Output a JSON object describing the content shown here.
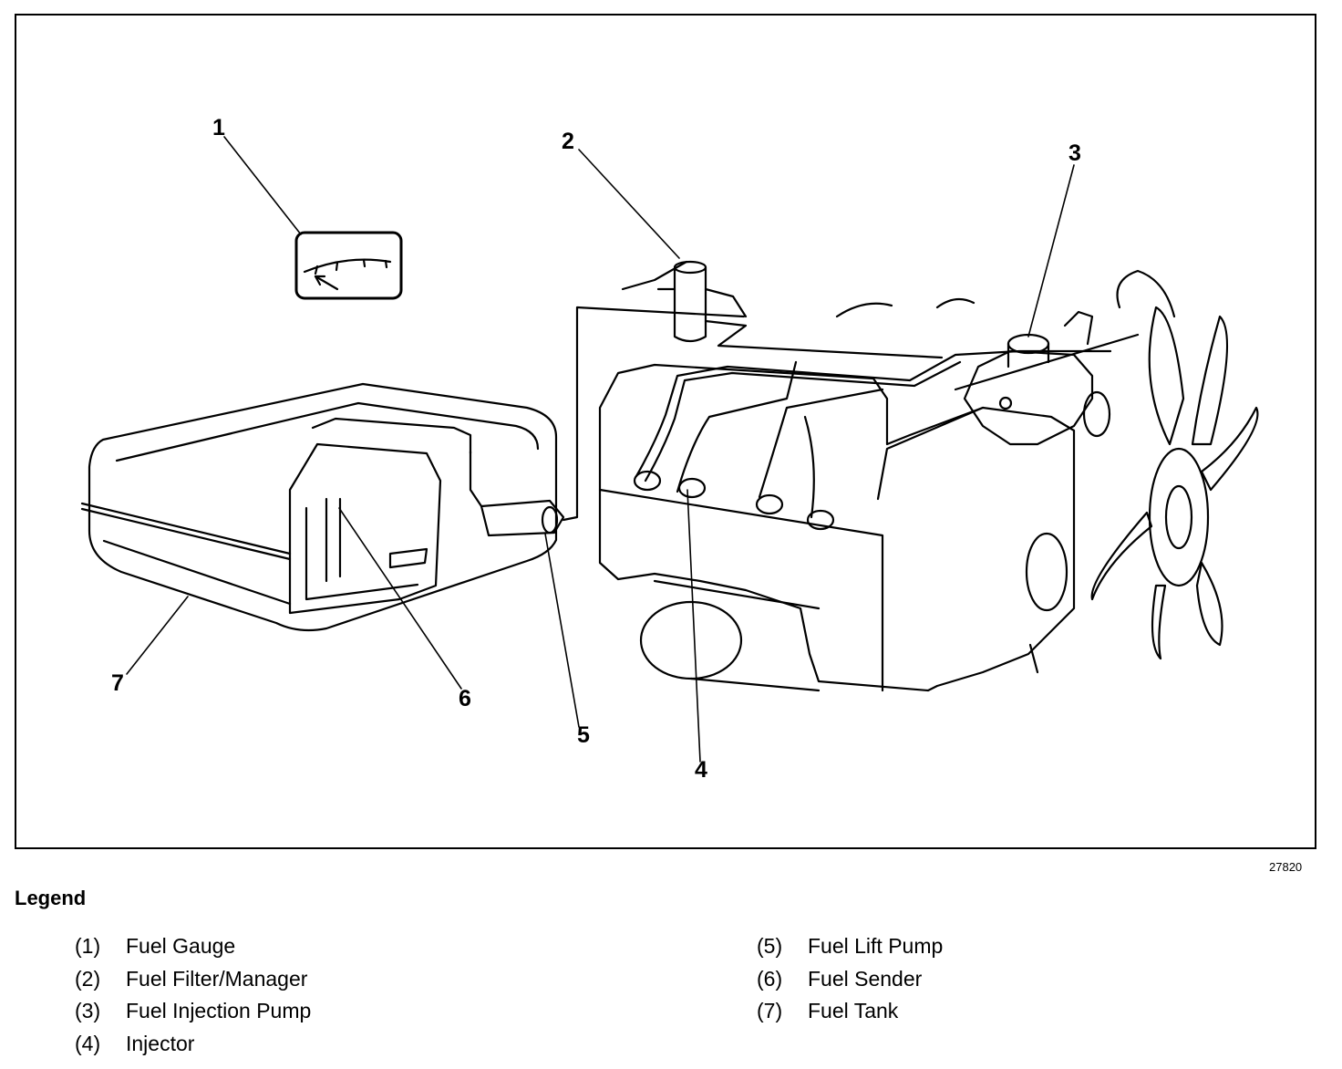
{
  "figure": {
    "id": "27820",
    "callouts": [
      "1",
      "2",
      "3",
      "4",
      "5",
      "6",
      "7"
    ]
  },
  "legend": {
    "heading": "Legend",
    "left_items": [
      {
        "num": "(1)",
        "label": "Fuel Gauge"
      },
      {
        "num": "(2)",
        "label": "Fuel Filter/Manager"
      },
      {
        "num": "(3)",
        "label": "Fuel Injection Pump"
      },
      {
        "num": "(4)",
        "label": "Injector"
      }
    ],
    "right_items": [
      {
        "num": "(5)",
        "label": "Fuel Lift Pump"
      },
      {
        "num": "(6)",
        "label": "Fuel Sender"
      },
      {
        "num": "(7)",
        "label": "Fuel Tank"
      }
    ]
  }
}
